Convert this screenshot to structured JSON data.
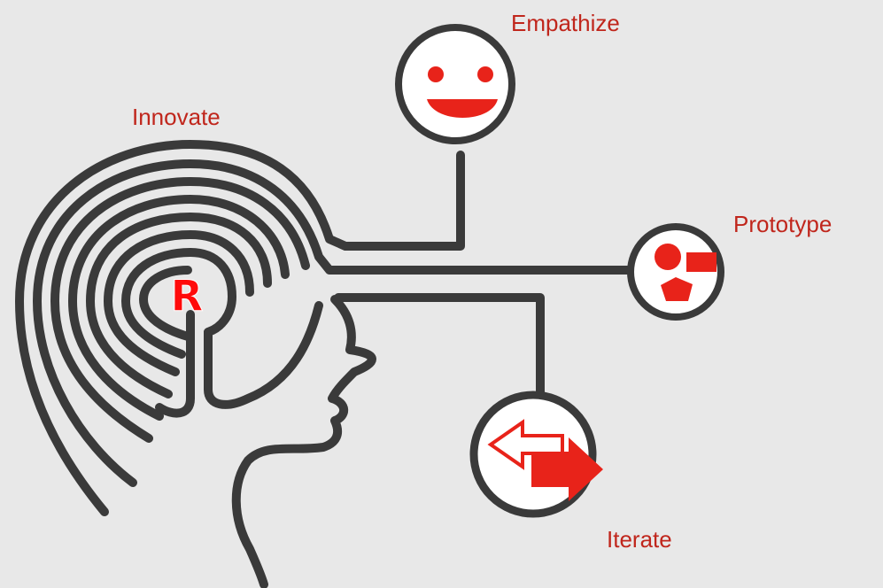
{
  "labels": {
    "empathize": "Empathize",
    "innovate": "Innovate",
    "prototype": "Prototype",
    "iterate": "Iterate"
  },
  "center_letter": "R",
  "icons": {
    "empathize": "smiley-face-icon",
    "prototype": "shapes-icon",
    "iterate": "arrows-icon"
  },
  "colors": {
    "background": "#e8e8e8",
    "line": "#3a3a3a",
    "accent": "#e8231a",
    "label": "#c0261c",
    "circle_fill": "#ffffff"
  }
}
